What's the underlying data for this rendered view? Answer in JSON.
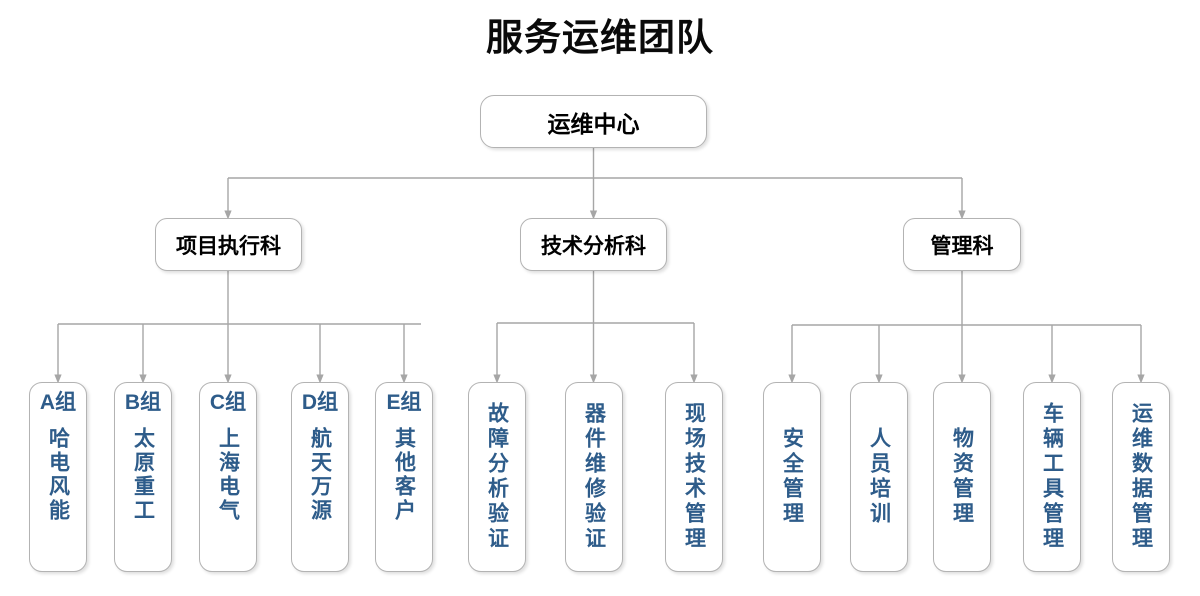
{
  "title": "服务运维团队",
  "theme": {
    "leaf_text_color": "#2e5c8a",
    "node_border_color": "#b3b3b3",
    "connector_color": "#a6a6a6",
    "title_color": "#0a0a0a",
    "background": "#ffffff"
  },
  "root": {
    "label": "运维中心"
  },
  "departments": [
    {
      "label": "项目执行科"
    },
    {
      "label": "技术分析科"
    },
    {
      "label": "管理科"
    }
  ],
  "groups": [
    {
      "parent": "项目执行科",
      "leaves": [
        {
          "code": "A组",
          "name": "哈电风能"
        },
        {
          "code": "B组",
          "name": "太原重工"
        },
        {
          "code": "C组",
          "name": "上海电气"
        },
        {
          "code": "D组",
          "name": "航天万源"
        },
        {
          "code": "E组",
          "name": "其他客户"
        }
      ]
    },
    {
      "parent": "技术分析科",
      "leaves": [
        {
          "code": "",
          "name": "故障分析验证"
        },
        {
          "code": "",
          "name": "器件维修验证"
        },
        {
          "code": "",
          "name": "现场技术管理"
        }
      ]
    },
    {
      "parent": "管理科",
      "leaves": [
        {
          "code": "",
          "name": "安全管理"
        },
        {
          "code": "",
          "name": "人员培训"
        },
        {
          "code": "",
          "name": "物资管理"
        },
        {
          "code": "",
          "name": "车辆工具管理"
        },
        {
          "code": "",
          "name": "运维数据管理"
        }
      ]
    }
  ]
}
